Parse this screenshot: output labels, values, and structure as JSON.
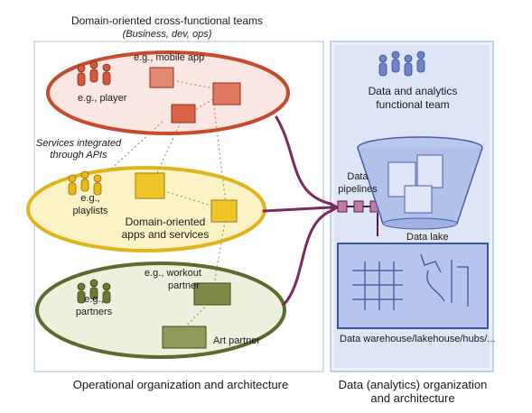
{
  "header": {
    "title": "Domain-oriented cross-functional teams",
    "subtitle": "(Business, dev, ops)"
  },
  "side_note": {
    "line1": "Services integrated",
    "line2": "through APIs"
  },
  "operational": {
    "mobile": {
      "app_label": "e.g., mobile app",
      "team_label": "e.g., player"
    },
    "middle": {
      "team_label_1": "e.g.,",
      "team_label_2": "playlists",
      "apps_label_1": "Domain-oriented",
      "apps_label_2": "apps and services"
    },
    "bottom": {
      "workout_label_1": "e.g., workout",
      "workout_label_2": "partner",
      "team_label_1": "e.g.,",
      "team_label_2": "partners",
      "art_label": "Art partner"
    },
    "caption": "Operational organization and architecture"
  },
  "analytics": {
    "team_label_1": "Data and analytics",
    "team_label_2": "functional team",
    "pipelines_label_1": "Data",
    "pipelines_label_2": "pipelines",
    "lake_label": "Data lake",
    "warehouse_label": "Data warehouse/lakehouse/hubs/...",
    "caption_1": "Data (analytics) organization",
    "caption_2": "and architecture"
  },
  "colors": {
    "red_ring": "#c64a2e",
    "yellow_ring": "#e0b51c",
    "green_ring": "#5a6b2e",
    "purple_arrow": "#7a2a5e",
    "blue_panel": "#9fb3e0",
    "person_blue": "#6f85c9"
  }
}
